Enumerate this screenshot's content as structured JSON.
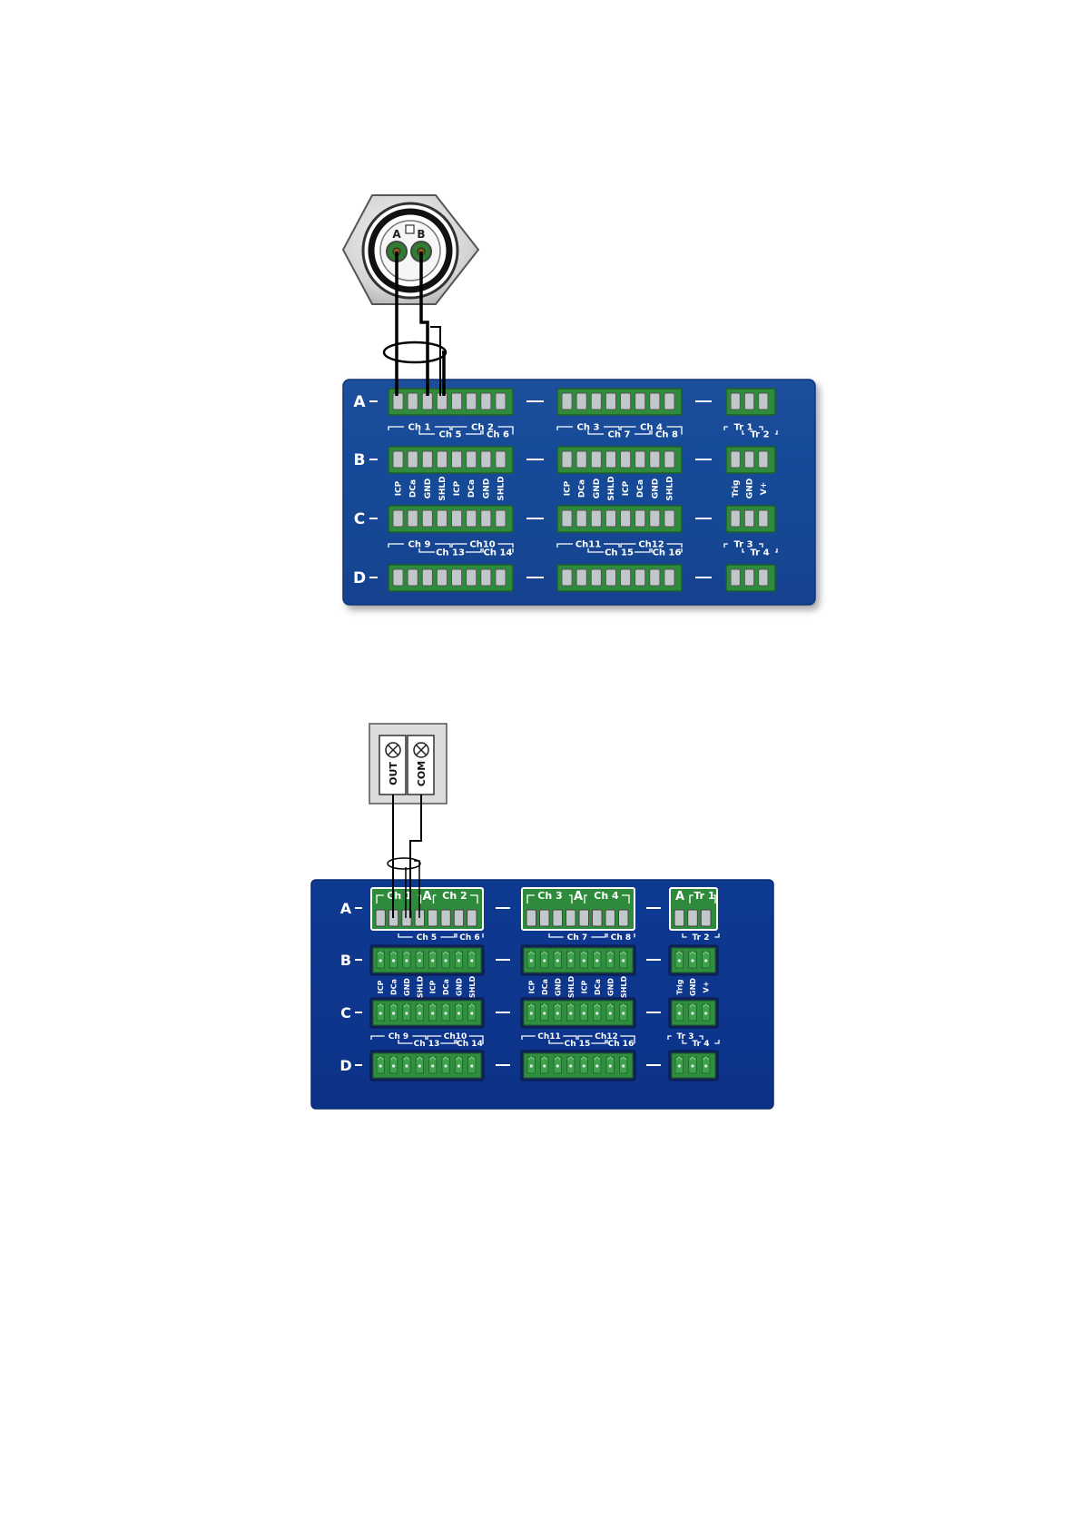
{
  "diagrams": [
    {
      "connector": {
        "pin_a": "A",
        "pin_b": "B"
      },
      "row_labels": [
        "A",
        "B",
        "C",
        "D"
      ],
      "groups": [
        {
          "pins": 8,
          "label_top": [
            [
              "Ch 1",
              "Ch 2"
            ],
            [
              "Ch 9",
              "Ch10"
            ]
          ],
          "label_bottom": [
            [
              "Ch 5",
              "Ch 6"
            ],
            [
              "Ch 13",
              "Ch 14"
            ]
          ],
          "pin_labels": [
            "ICP",
            "DCa",
            "GND",
            "SHLD",
            "ICP",
            "DCa",
            "GND",
            "SHLD"
          ]
        },
        {
          "pins": 8,
          "label_top": [
            [
              "Ch 3",
              "Ch 4"
            ],
            [
              "Ch11",
              "Ch12"
            ]
          ],
          "label_bottom": [
            [
              "Ch 7",
              "Ch 8"
            ],
            [
              "Ch 15",
              "Ch 16"
            ]
          ],
          "pin_labels": [
            "ICP",
            "DCa",
            "GND",
            "SHLD",
            "ICP",
            "DCa",
            "GND",
            "SHLD"
          ]
        },
        {
          "pins": 3,
          "label_top": [
            [
              "Tr 1"
            ],
            [
              "Tr 3"
            ]
          ],
          "label_bottom": [
            [
              "Tr 2"
            ],
            [
              "Tr 4"
            ]
          ],
          "pin_labels": [
            "Trig",
            "GND",
            "V+"
          ]
        }
      ]
    },
    {
      "source": {
        "out": "OUT",
        "com": "COM"
      },
      "row_labels": [
        "A",
        "B",
        "C",
        "D"
      ],
      "row_a_headers": [
        {
          "left": "Ch 1",
          "mid": "A",
          "right": "Ch 2"
        },
        {
          "left": "Ch 3",
          "mid": "A",
          "right": "Ch 4"
        },
        {
          "left": "A",
          "right": "Tr 1"
        }
      ],
      "groups": [
        {
          "pins": 8,
          "label_top": [
            [
              "Ch 1",
              "Ch 2"
            ],
            [
              "Ch 9",
              "Ch10"
            ]
          ],
          "label_bottom": [
            [
              "Ch 5",
              "Ch 6"
            ],
            [
              "Ch 13",
              "Ch 14"
            ]
          ],
          "pin_labels": [
            "ICP",
            "DCa",
            "GND",
            "SHLD",
            "ICP",
            "DCa",
            "GND",
            "SHLD"
          ]
        },
        {
          "pins": 8,
          "label_top": [
            [
              "Ch 3",
              "Ch 4"
            ],
            [
              "Ch11",
              "Ch12"
            ]
          ],
          "label_bottom": [
            [
              "Ch 7",
              "Ch 8"
            ],
            [
              "Ch 15",
              "Ch 16"
            ]
          ],
          "pin_labels": [
            "ICP",
            "DCa",
            "GND",
            "SHLD",
            "ICP",
            "DCa",
            "GND",
            "SHLD"
          ]
        },
        {
          "pins": 3,
          "label_top": [
            [
              "Tr 1"
            ],
            [
              "Tr 3"
            ]
          ],
          "label_bottom": [
            [
              "Tr 2"
            ],
            [
              "Tr 4"
            ]
          ],
          "pin_labels": [
            "Trig",
            "GND",
            "V+"
          ]
        }
      ]
    }
  ],
  "colors": {
    "panel_top": "#1b4f9c",
    "panel_bottom": "#0e3a8e",
    "panel_shadow": "#8a8a8a",
    "terminal_green": "#2e8b3c",
    "terminal_dark": "#1f5e28",
    "slot_grey": "#bfc4c6",
    "wire": "#000000",
    "label_white": "#ffffff"
  }
}
